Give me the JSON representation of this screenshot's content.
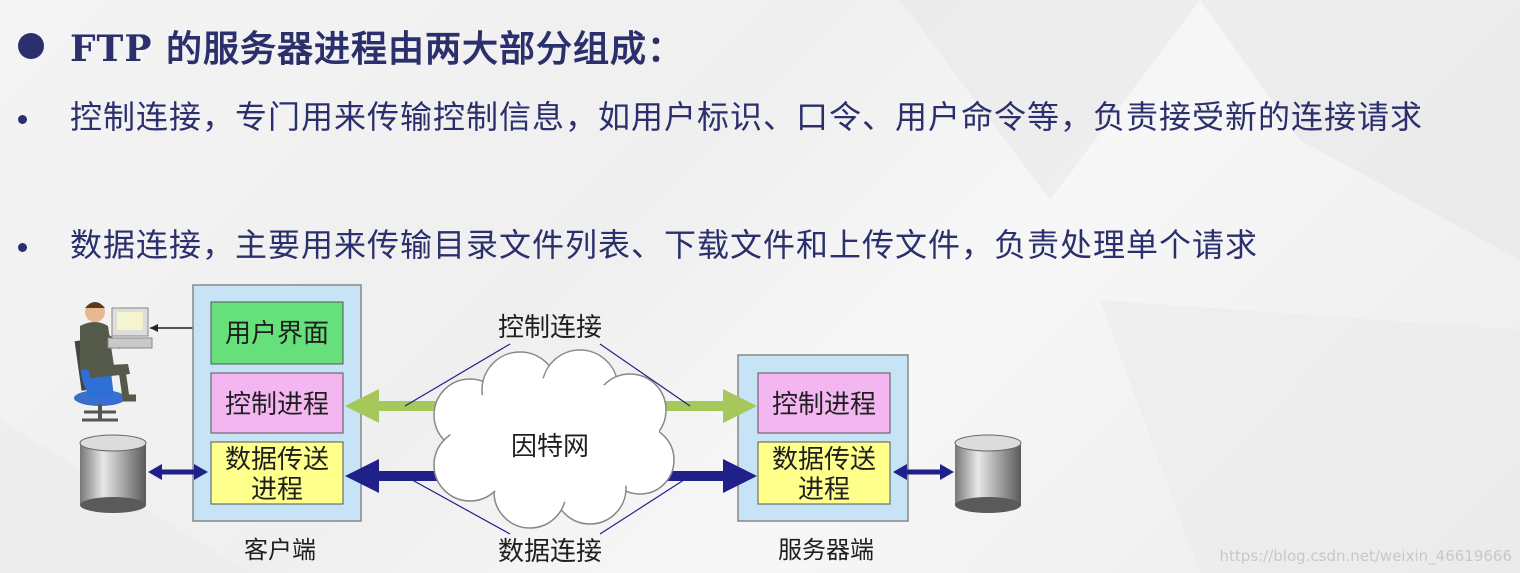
{
  "heading": {
    "prefix": "FTP",
    "text": " 的服务器进程由两大部分组成："
  },
  "items": [
    {
      "text": "控制连接，专门用来传输控制信息，如用户标识、口令、用户命令等，负责接受新的连接请求"
    },
    {
      "text": "数据连接，主要用来传输目录文件列表、下载文件和上传文件，负责处理单个请求"
    }
  ],
  "diagram": {
    "client": {
      "ui_label": "用户界面",
      "control_label": "控制进程",
      "data_label_line1": "数据传送",
      "data_label_line2": "进程",
      "caption": "客户端"
    },
    "server": {
      "control_label": "控制进程",
      "data_label_line1": "数据传送",
      "data_label_line2": "进程",
      "caption": "服务器端"
    },
    "internet_label": "因特网",
    "control_connection_label": "控制连接",
    "data_connection_label": "数据连接",
    "colors": {
      "box_bg": "#c7e4f7",
      "ui_green": "#66e07a",
      "control_pink": "#f3b6f0",
      "data_yellow": "#ffff8c",
      "control_arrow": "#a6c85a",
      "data_arrow": "#20208a"
    }
  },
  "watermark": "https://blog.csdn.net/weixin_46619666"
}
